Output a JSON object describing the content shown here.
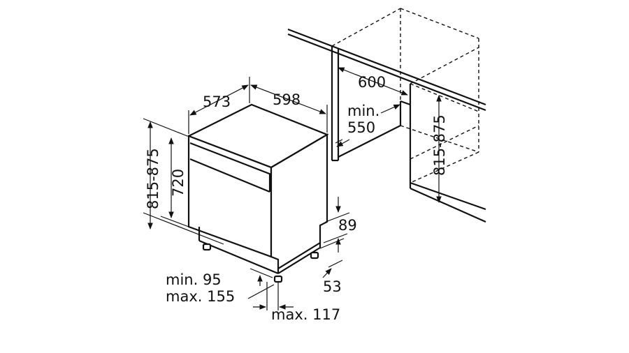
{
  "dimensions": {
    "depth": "573",
    "width": "598",
    "height_range_left": "815-875",
    "body_height": "720",
    "niche_width": "600",
    "niche_depth_min_line1": "min.",
    "niche_depth_min_line2": "550",
    "niche_height_range": "815-875",
    "plinth_89": "89",
    "plinth_53": "53",
    "door_clearance_line1": "min. 95",
    "door_clearance_line2": "max. 155",
    "foot_offset": "max. 117"
  },
  "colors": {
    "line": "#111111",
    "background": "#ffffff"
  }
}
